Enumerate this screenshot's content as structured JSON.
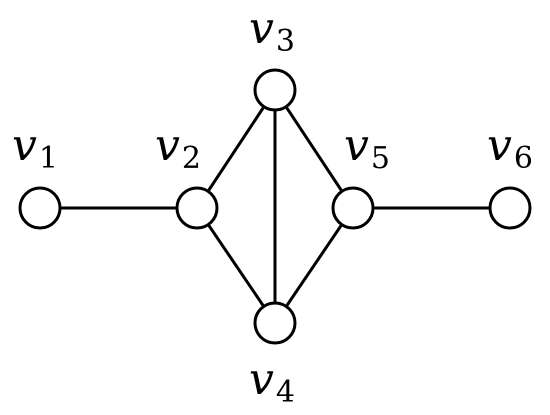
{
  "graph": {
    "nodes": [
      {
        "id": "v1",
        "var": "v",
        "sub": "1"
      },
      {
        "id": "v2",
        "var": "v",
        "sub": "2"
      },
      {
        "id": "v3",
        "var": "v",
        "sub": "3"
      },
      {
        "id": "v4",
        "var": "v",
        "sub": "4"
      },
      {
        "id": "v5",
        "var": "v",
        "sub": "5"
      },
      {
        "id": "v6",
        "var": "v",
        "sub": "6"
      }
    ],
    "edges": [
      [
        "v1",
        "v2"
      ],
      [
        "v2",
        "v3"
      ],
      [
        "v2",
        "v4"
      ],
      [
        "v3",
        "v4"
      ],
      [
        "v3",
        "v5"
      ],
      [
        "v4",
        "v5"
      ],
      [
        "v5",
        "v6"
      ]
    ]
  }
}
